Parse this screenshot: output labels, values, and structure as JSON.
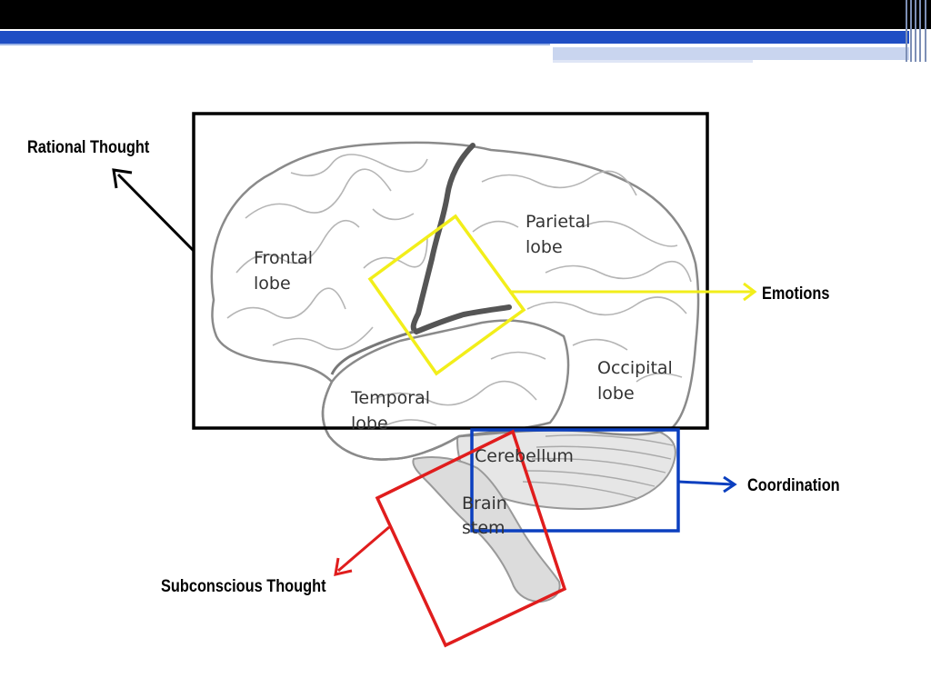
{
  "labels": {
    "rational": "Rational Thought",
    "emotions": "Emotions",
    "coordination": "Coordination",
    "subconscious": "Subconscious Thought"
  },
  "lobes": {
    "frontal": [
      "Frontal",
      "lobe"
    ],
    "parietal": [
      "Parietal",
      "lobe"
    ],
    "occipital": [
      "Occipital",
      "lobe"
    ],
    "temporal": [
      "Temporal",
      "lobe"
    ],
    "cerebellum": "Cerebellum",
    "brainstem": [
      "Brain",
      "stem"
    ]
  },
  "colors": {
    "rational": "#000000",
    "emotions": "#f2ee1a",
    "coordination": "#0b3fbf",
    "subconscious": "#e01d1d"
  }
}
